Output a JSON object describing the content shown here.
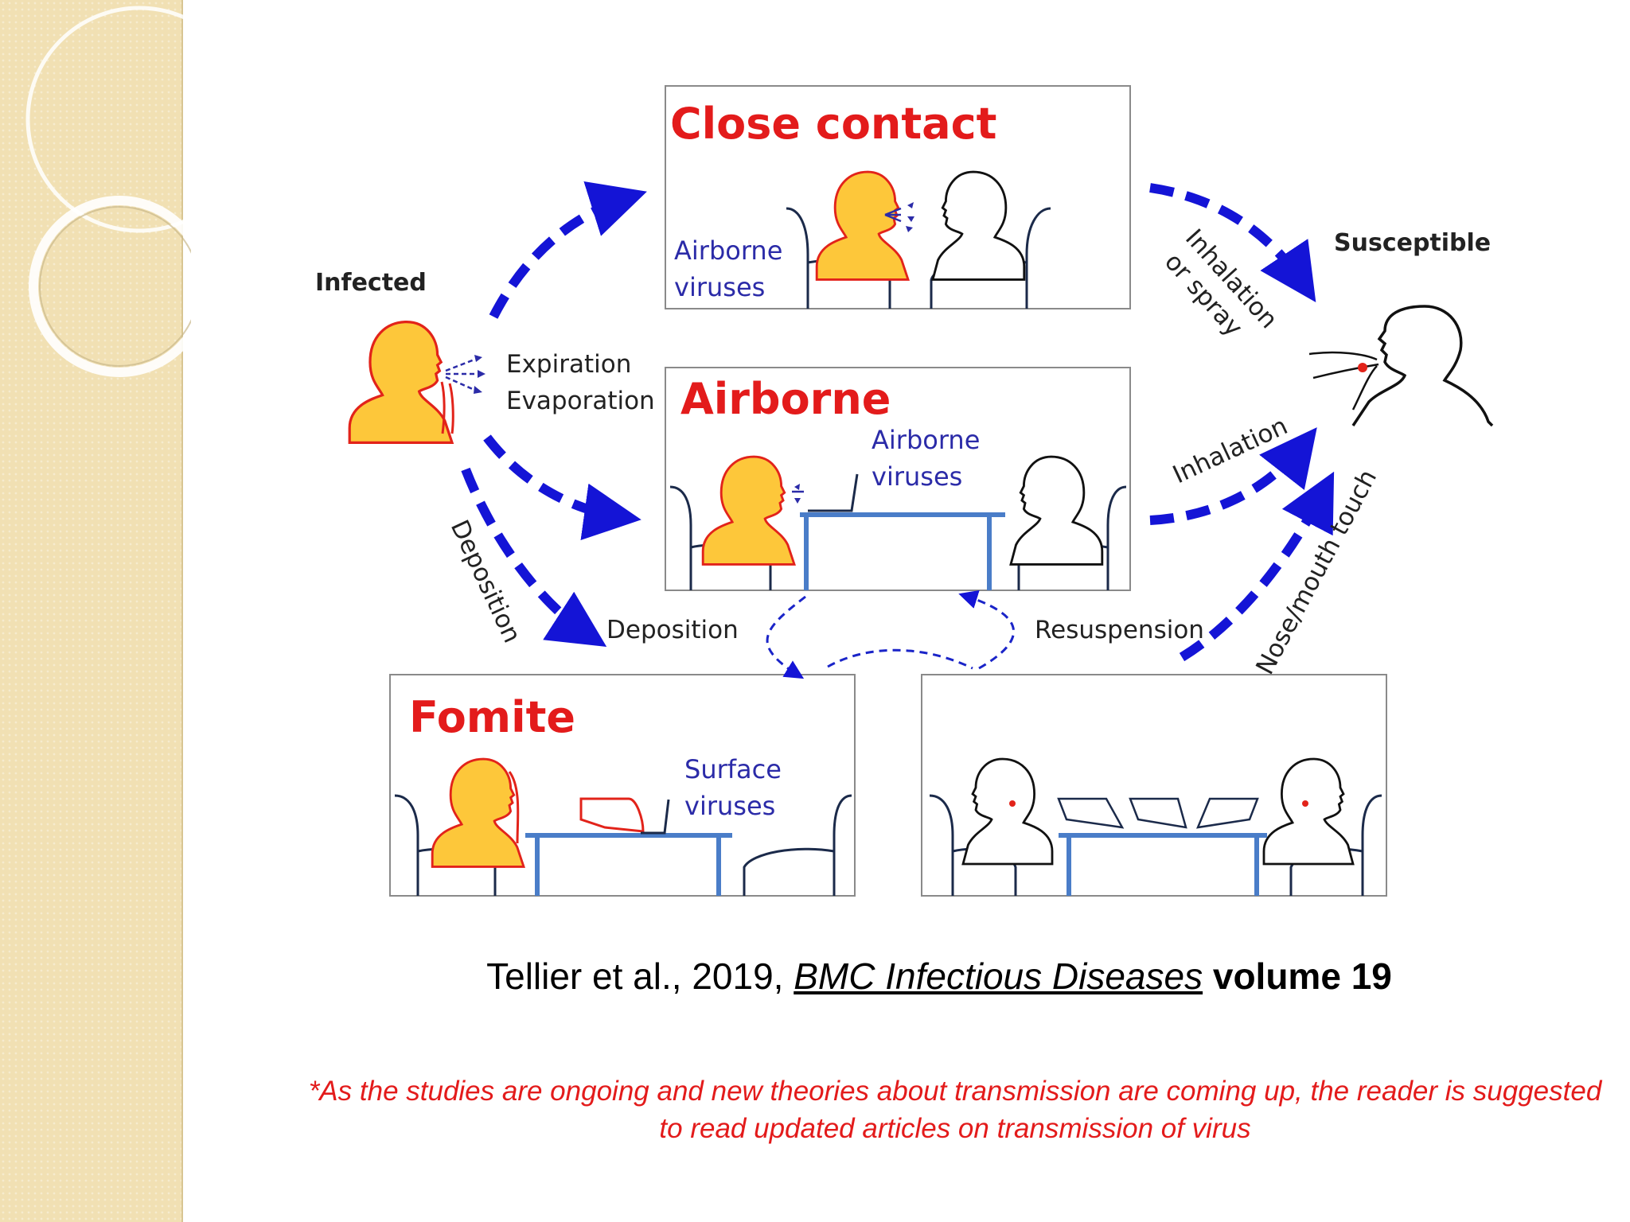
{
  "boxes": {
    "close_contact": {
      "title": "Close contact",
      "sub1": "Airborne",
      "sub2": "viruses"
    },
    "airborne": {
      "title": "Airborne",
      "sub1": "Airborne",
      "sub2": "viruses"
    },
    "fomite": {
      "title": "Fomite",
      "sub1": "Surface",
      "sub2": "viruses"
    }
  },
  "labels": {
    "infected": "Infected",
    "susceptible": "Susceptible",
    "expiration": "Expiration",
    "evaporation": "Evaporation",
    "deposition_rot": "Deposition",
    "deposition": "Deposition",
    "resuspension": "Resuspension",
    "inhalation_spray_1": "Inhalation",
    "inhalation_spray_2": "or spray",
    "inhalation": "Inhalation",
    "nose_mouth": "Nose/mouth touch"
  },
  "citation": {
    "prefix": "Tellier et al., 2019, ",
    "journal": "BMC Infectious Diseases",
    "volume": "volume 19"
  },
  "note": "*As the studies are ongoing and new theories about transmission are coming up, the reader is suggested to read updated articles on transmission of virus",
  "colors": {
    "arrow": "#1414d6",
    "title": "#e31b1b",
    "sub": "#2b2ba8",
    "head_fill": "#fdc73a",
    "head_stroke": "#e2231a",
    "table": "#4a7dc8"
  }
}
